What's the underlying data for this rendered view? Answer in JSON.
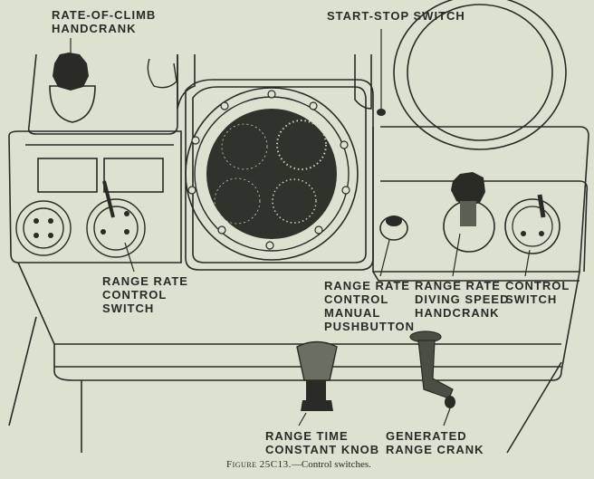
{
  "figure": {
    "caption_prefix": "Figure 25C13.",
    "caption_text": "—Control switches."
  },
  "labels": {
    "rate_of_climb_handcrank": "RATE-OF-CLIMB\nHANDCRANK",
    "start_stop_switch": "START-STOP SWITCH",
    "range_rate_control_switch": "RANGE RATE\nCONTROL\nSWITCH",
    "range_rate_control_manual_pushbutton": "RANGE RATE\nCONTROL\nMANUAL\nPUSHBUTTON",
    "range_rate_diving_speed_handcrank": "RANGE RATE\nDIVING SPEED\nHANDCRANK",
    "control_switch": "CONTROL\nSWITCH",
    "range_time_constant_knob": "RANGE TIME\nCONSTANT KNOB",
    "generated_range_crank": "GENERATED\nRANGE CRANK"
  },
  "colors": {
    "paper": "#dde2d0",
    "ink": "#2a2a26",
    "dial_face": "#2e332b"
  }
}
